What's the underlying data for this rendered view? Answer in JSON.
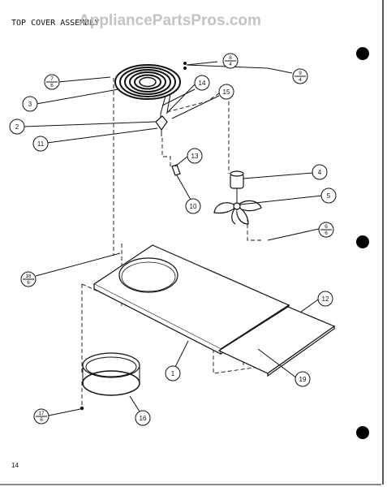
{
  "title": "TOP COVER ASSEMBLY",
  "watermark": "AppliancePartsPros.com",
  "page_number": "14",
  "callouts": {
    "c1": "1",
    "c2": "2",
    "c3": "3",
    "c4": "4",
    "c5": "5",
    "c10": "10",
    "c11": "11",
    "c12": "12",
    "c13": "13",
    "c14": "14",
    "c15": "15",
    "c16": "16",
    "c19": "19"
  },
  "fractions": {
    "f7_6": {
      "num": "7",
      "den": "6"
    },
    "f8_4": {
      "num": "8",
      "den": "4"
    },
    "f9_4": {
      "num": "9",
      "den": "4"
    },
    "f6_6": {
      "num": "6",
      "den": "6"
    },
    "f18_6": {
      "num": "18",
      "den": "6"
    },
    "f17_6": {
      "num": "17",
      "den": "6"
    }
  }
}
